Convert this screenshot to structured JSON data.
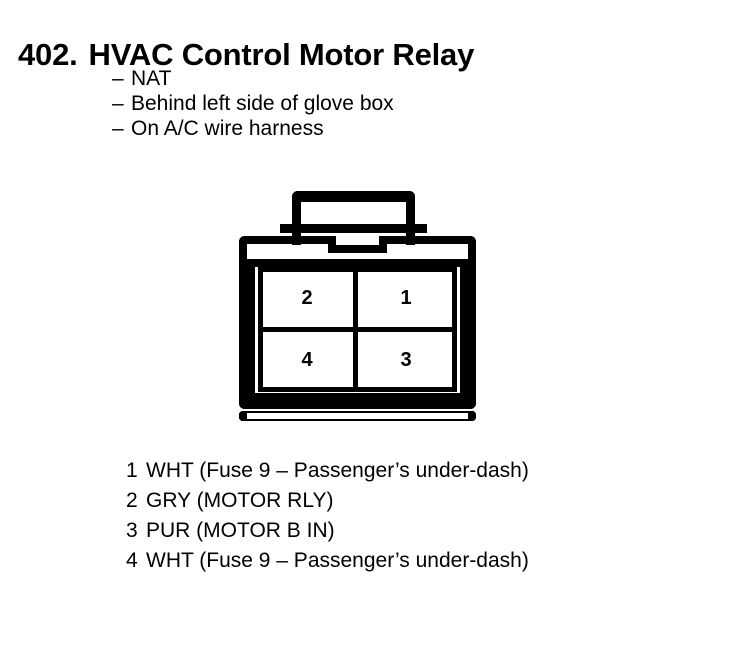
{
  "header": {
    "number": "402.",
    "title": "HVAC Control Motor Relay"
  },
  "notes": {
    "dash": "–",
    "items": [
      "NAT",
      "Behind left side of glove box",
      "On A/C wire harness"
    ]
  },
  "connector": {
    "name": "4-pin relay connector",
    "pin_count": 4,
    "layout": "2x2",
    "pins": [
      {
        "number": "2",
        "row": 0,
        "col": 0
      },
      {
        "number": "1",
        "row": 0,
        "col": 1
      },
      {
        "number": "4",
        "row": 1,
        "col": 0
      },
      {
        "number": "3",
        "row": 1,
        "col": 1
      }
    ],
    "line_color": "#000000",
    "fill_color": "#ffffff"
  },
  "legend": {
    "items": [
      {
        "pin": "1",
        "text": "WHT (Fuse 9 – Passenger’s under-dash)"
      },
      {
        "pin": "2",
        "text": "GRY (MOTOR RLY)"
      },
      {
        "pin": "3",
        "text": "PUR (MOTOR B IN)"
      },
      {
        "pin": "4",
        "text": "WHT (Fuse 9 – Passenger’s under-dash)"
      }
    ]
  }
}
